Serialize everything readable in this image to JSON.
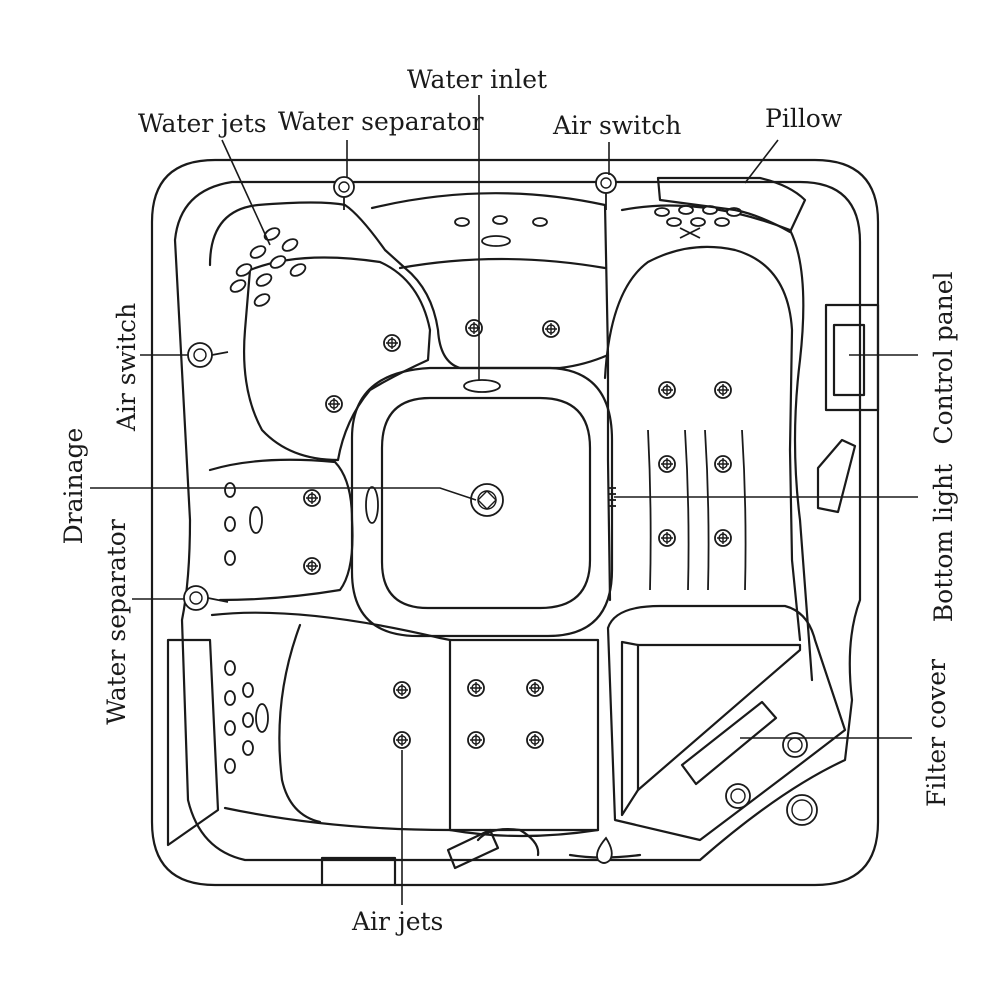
{
  "labels": {
    "water_jets": "Water jets",
    "water_separator_top": "Water separator",
    "water_inlet": "Water inlet",
    "air_switch_top": "Air switch",
    "pillow": "Pillow",
    "control_panel": "Control panel",
    "bottom_light": "Bottom light",
    "filter_cover": "Filter cover",
    "air_jets": "Air jets",
    "air_switch_left": "Air switch",
    "drainage": "Drainage",
    "water_separator_left": "Water separator"
  }
}
